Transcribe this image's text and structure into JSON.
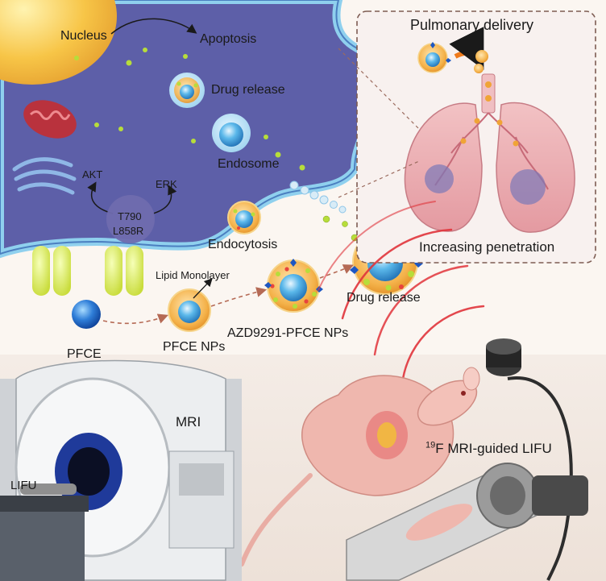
{
  "labels": {
    "nucleus": "Nucleus",
    "apoptosis": "Apoptosis",
    "drug_release_cell": "Drug release",
    "endosome": "Endosome",
    "akt": "AKT",
    "erk": "ERK",
    "receptor_line1": "T790",
    "receptor_line2": "L858R",
    "endocytosis": "Endocytosis",
    "lipid_monolayer": "Lipid Monolayer",
    "pfce": "PFCE",
    "pfce_nps": "PFCE NPs",
    "azd_nps": "AZD9291-PFCE NPs",
    "drug_release_outside": "Drug release",
    "pulmonary_delivery": "Pulmonary delivery",
    "increasing_penetration": "Increasing penetration",
    "mri": "MRI",
    "lifu": "LIFU",
    "guided_sup": "19",
    "guided_rest": "F MRI-guided LIFU"
  },
  "colors": {
    "cell_fill": "#5d5fa8",
    "cell_membrane": "#7fc3e8",
    "nucleus": "#f7c547",
    "nanoparticle_shell": "#f0a436",
    "nanoparticle_core": "#4aa4dc",
    "drug_dot": "#b7dd3a",
    "lung": "#e6a7ad",
    "ultrasound_wave": "#e0343b",
    "dashed_arrow": "#b56a55"
  }
}
